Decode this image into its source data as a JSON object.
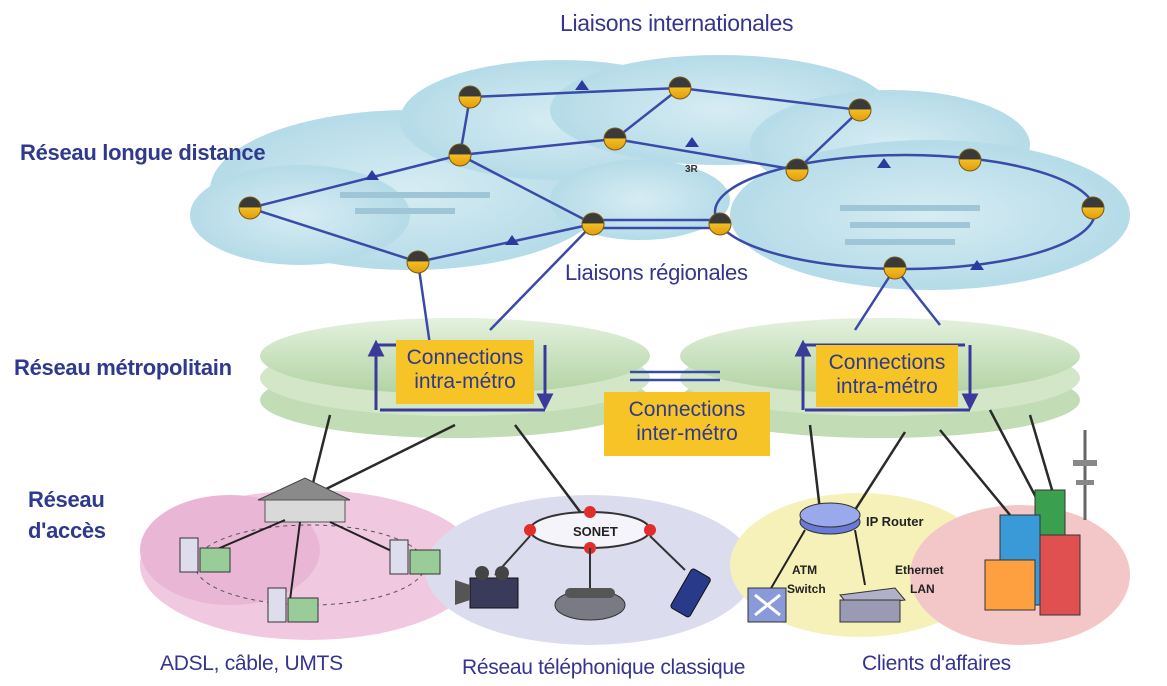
{
  "labels": {
    "intl": "Liaisons internationales",
    "long_distance": "Réseau longue distance",
    "regional": "Liaisons régionales",
    "metro": "Réseau métropolitain",
    "access_line1": "Réseau",
    "access_line2": "d'accès",
    "adsl": "ADSL, câble, UMTS",
    "telephone": "Réseau téléphonique classique",
    "business": "Clients d'affaires",
    "three_r": "3R"
  },
  "boxes": {
    "intra_left": {
      "line1": "Connections",
      "line2": "intra-métro"
    },
    "inter": {
      "line1": "Connections",
      "line2": "inter-métro"
    },
    "intra_right": {
      "line1": "Connections",
      "line2": "intra-métro"
    }
  },
  "equipment": {
    "sonet": "SONET",
    "ip_router": "IP Router",
    "atm_line1": "ATM",
    "atm_line2": "Switch",
    "eth_line1": "Ethernet",
    "eth_line2": "LAN"
  },
  "colors": {
    "label_text": "#35358f",
    "link_line": "#3a4aa8",
    "box_fill": "#f7c427",
    "node_fill": "#f0b81a"
  }
}
